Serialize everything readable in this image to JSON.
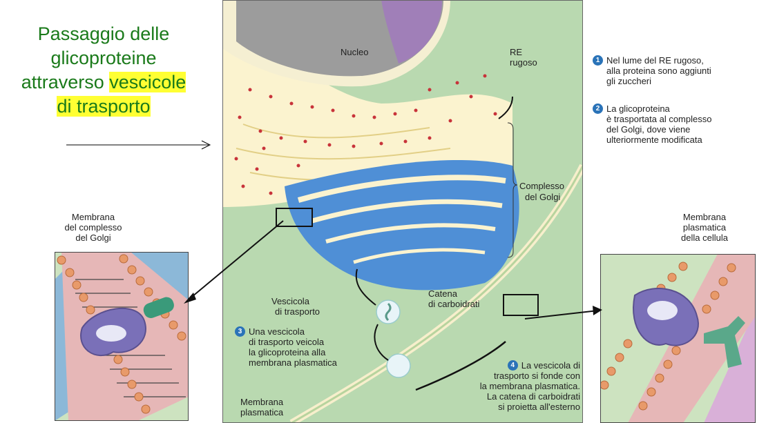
{
  "title": {
    "line1": "Passaggio delle",
    "line2": "glicoproteine",
    "line3_plain": "attraverso ",
    "line3_highlight": "vescicole",
    "line4_highlight": "di trasporto"
  },
  "labels": {
    "nucleo": "Nucleo",
    "re_1": "RE",
    "re_2": "rugoso",
    "golgi_1": "Complesso",
    "golgi_2": "del Golgi",
    "mem_golgi_1": "Membrana",
    "mem_golgi_2": "del complesso",
    "mem_golgi_3": "del Golgi",
    "mem_cell_1": "Membrana",
    "mem_cell_2": "plasmatica",
    "mem_cell_3": "della cellula",
    "vescicola_1": "Vescicola",
    "vescicola_2": "di trasporto",
    "catena_1": "Catena",
    "catena_2": "di carboidrati",
    "mem_plasm_1": "Membrana",
    "mem_plasm_2": "plasmatica"
  },
  "steps": [
    {
      "num": "1",
      "lines": [
        "Nel lume del RE rugoso,",
        "alla proteina sono aggiunti",
        "gli zuccheri"
      ]
    },
    {
      "num": "2",
      "lines": [
        "La glicoproteina",
        "è trasportata al complesso",
        "del Golgi, dove viene",
        "ulteriormente modificata"
      ]
    },
    {
      "num": "3",
      "lines": [
        "Una vescicola",
        "di trasporto veicola",
        "la glicoproteina alla",
        "membrana plasmatica"
      ]
    },
    {
      "num": "4",
      "lines": [
        "La vescicola di",
        "trasporto si fonde con",
        "la membrana plasmatica.",
        "La catena di carboidrati",
        "si proietta all'esterno"
      ]
    }
  ],
  "colors": {
    "cytoplasm": "#b9d9b0",
    "nucleus": "#9c9c9c",
    "nucleolus": "#a07fb8",
    "er": "#fbf3cf",
    "ribosome": "#c8333a",
    "golgi": "#4f8fd6",
    "badge": "#2a73b8",
    "title": "#1a7a1a",
    "highlight": "#ffff33"
  }
}
